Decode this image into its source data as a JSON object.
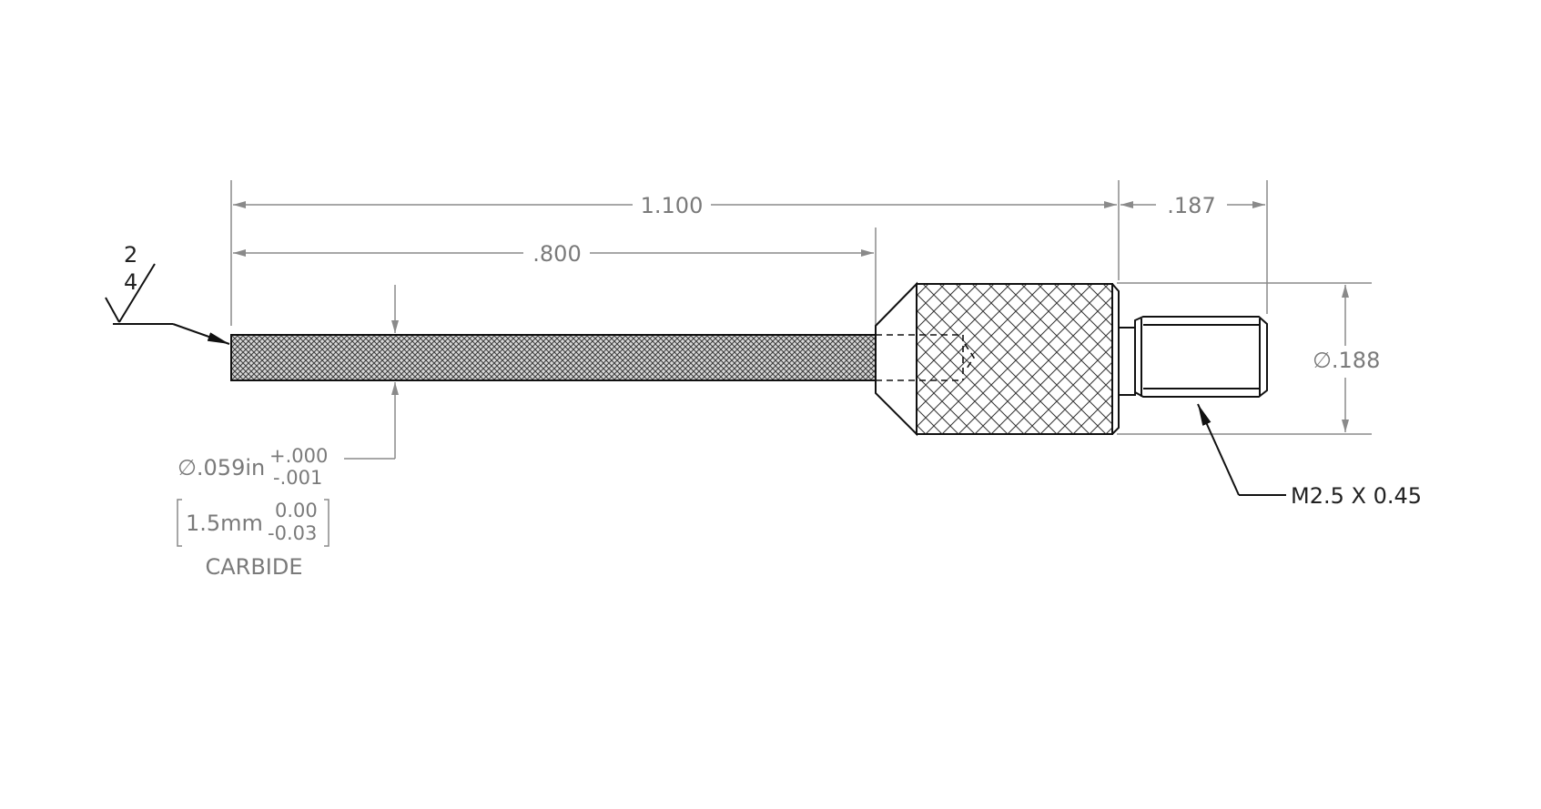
{
  "dimensions": {
    "overall_length": "1.100",
    "shank_length": ".800",
    "thread_length": ".187",
    "body_diameter": ".188"
  },
  "symbols": {
    "diameter": "∅"
  },
  "surface_finish": {
    "top": "2",
    "bottom": "4"
  },
  "tip_callout": {
    "diameter_in": ".059in",
    "tol_upper_in": "+.000",
    "tol_lower_in": "-.001",
    "diameter_mm": "1.5mm",
    "tol_upper_mm": "0.00",
    "tol_lower_mm": "-0.03",
    "material": "CARBIDE"
  },
  "thread_callout": "M2.5 X 0.45",
  "colors": {
    "dimension": "#7a7a7a",
    "part": "#111111"
  }
}
